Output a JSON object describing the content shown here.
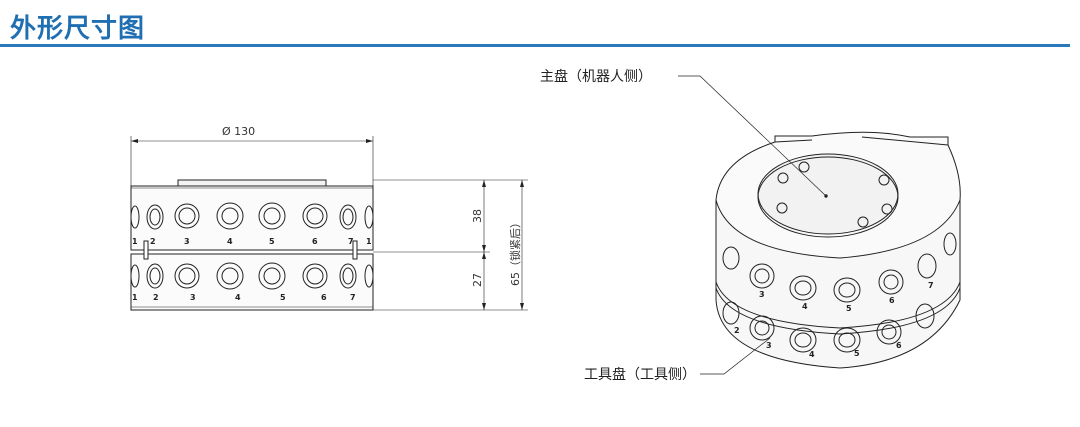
{
  "header": {
    "title": "外形尺寸图",
    "accent_color": "#1f6fb2"
  },
  "front_view": {
    "diameter_label": "Ø 130",
    "height_upper": "38",
    "height_lower": "27",
    "height_total": "65（锁紧后）",
    "upper_numbers": [
      "1",
      "2",
      "3",
      "4",
      "5",
      "6",
      "7",
      "1"
    ],
    "lower_numbers": [
      "1",
      "2",
      "3",
      "4",
      "5",
      "6",
      "7"
    ]
  },
  "iso_view": {
    "label_top": "主盘（机器人侧）",
    "label_bottom": "工具盘（工具侧）",
    "upper_numbers": [
      "3",
      "4",
      "5",
      "6",
      "7"
    ],
    "lower_numbers": [
      "2",
      "3",
      "4",
      "5",
      "6"
    ]
  }
}
